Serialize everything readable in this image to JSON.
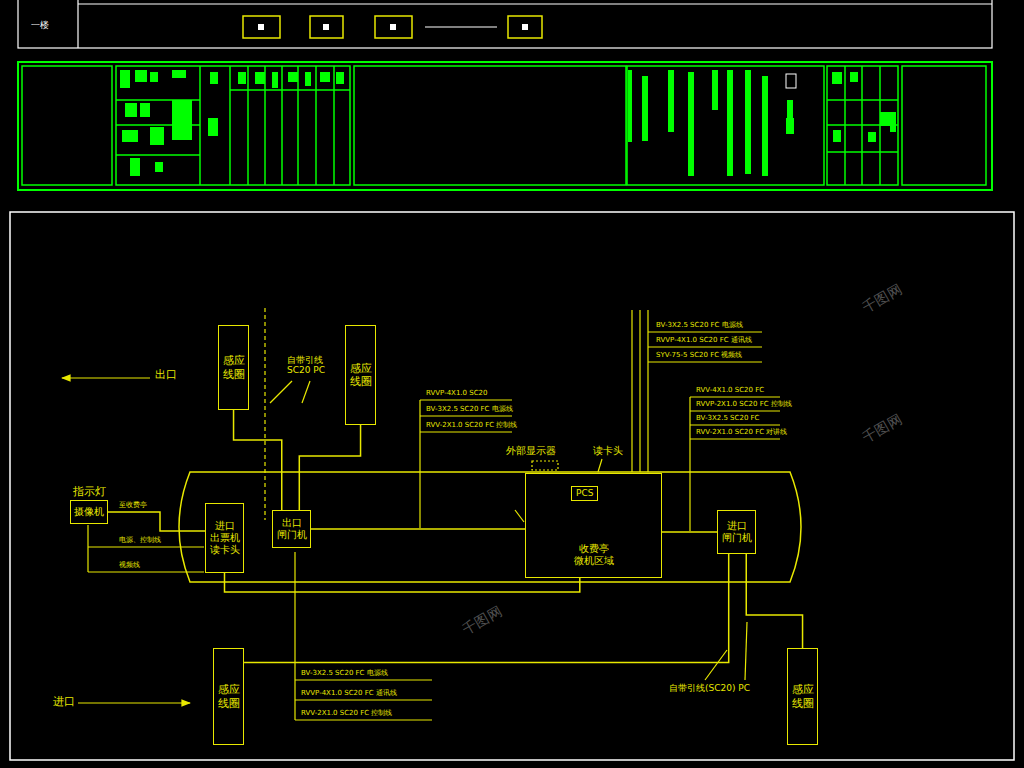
{
  "diagram": {
    "nodes": [
      {
        "text": [
          "感应线圈"
        ]
      },
      {
        "text": [
          "感应线圈"
        ]
      },
      {
        "text": [
          "指示灯",
          "摄像机"
        ]
      },
      {
        "text": [
          "进口 出票机 读卡头"
        ]
      },
      {
        "text": [
          "出口 闸门机"
        ]
      },
      {
        "text": [
          "收费亭 微机区域"
        ]
      },
      {
        "text": [
          "PCS"
        ],
        "in": 5
      },
      {
        "text": [
          "进口 闸门机"
        ]
      },
      {
        "text": [
          "感应线圈"
        ]
      },
      {
        "text": [
          "感应线圈"
        ]
      }
    ],
    "edges": [
      {
        "from": 0,
        "to": 4,
        "arrow": "none"
      },
      {
        "from": 1,
        "to": 4,
        "arrow": "none"
      },
      {
        "from": 2,
        "to": 3,
        "arrow": "none"
      },
      {
        "from": 3,
        "to": 5,
        "arrow": "none"
      },
      {
        "from": 4,
        "to": 5,
        "arrow": "none"
      },
      {
        "from": 7,
        "to": 5,
        "arrow": "none"
      },
      {
        "from": 8,
        "to": 7,
        "arrow": "none"
      },
      {
        "from": 9,
        "to": 7,
        "arrow": "none"
      }
    ],
    "labels": [
      "一楼",
      "出口",
      "进口",
      "自带引线 SC20 PC",
      "外部显示器",
      "读卡头",
      "自带引线(SC20) PC",
      "至收费亭",
      "电源、控制线",
      "视频线",
      "BV-3X2.5 SC20 FC 电源线",
      "RVVP-4X1.0 SC20 FC 通讯线",
      "SYV-75-5 SC20 FC 视频线",
      "RVV-4X1.0 SC20 FC",
      "RVVP-2X1.0 SC20 FC 控制线",
      "BV-3X2.5 SC20 FC",
      "RVV-2X1.0 SC20 FC 对讲线",
      "RVVP-4X1.0 SC20",
      "BV-3X2.5 SC20 FC 电源线",
      "RVV-2X1.0 SC20 FC 控制线",
      "BV-3X2.5 SC20 FC 电源线",
      "RVVP-4X1.0 SC20 FC 通讯线",
      "RVV-2X1.0 SC20 FC 控制线",
      "千图网",
      "千图网",
      "千图网"
    ]
  }
}
